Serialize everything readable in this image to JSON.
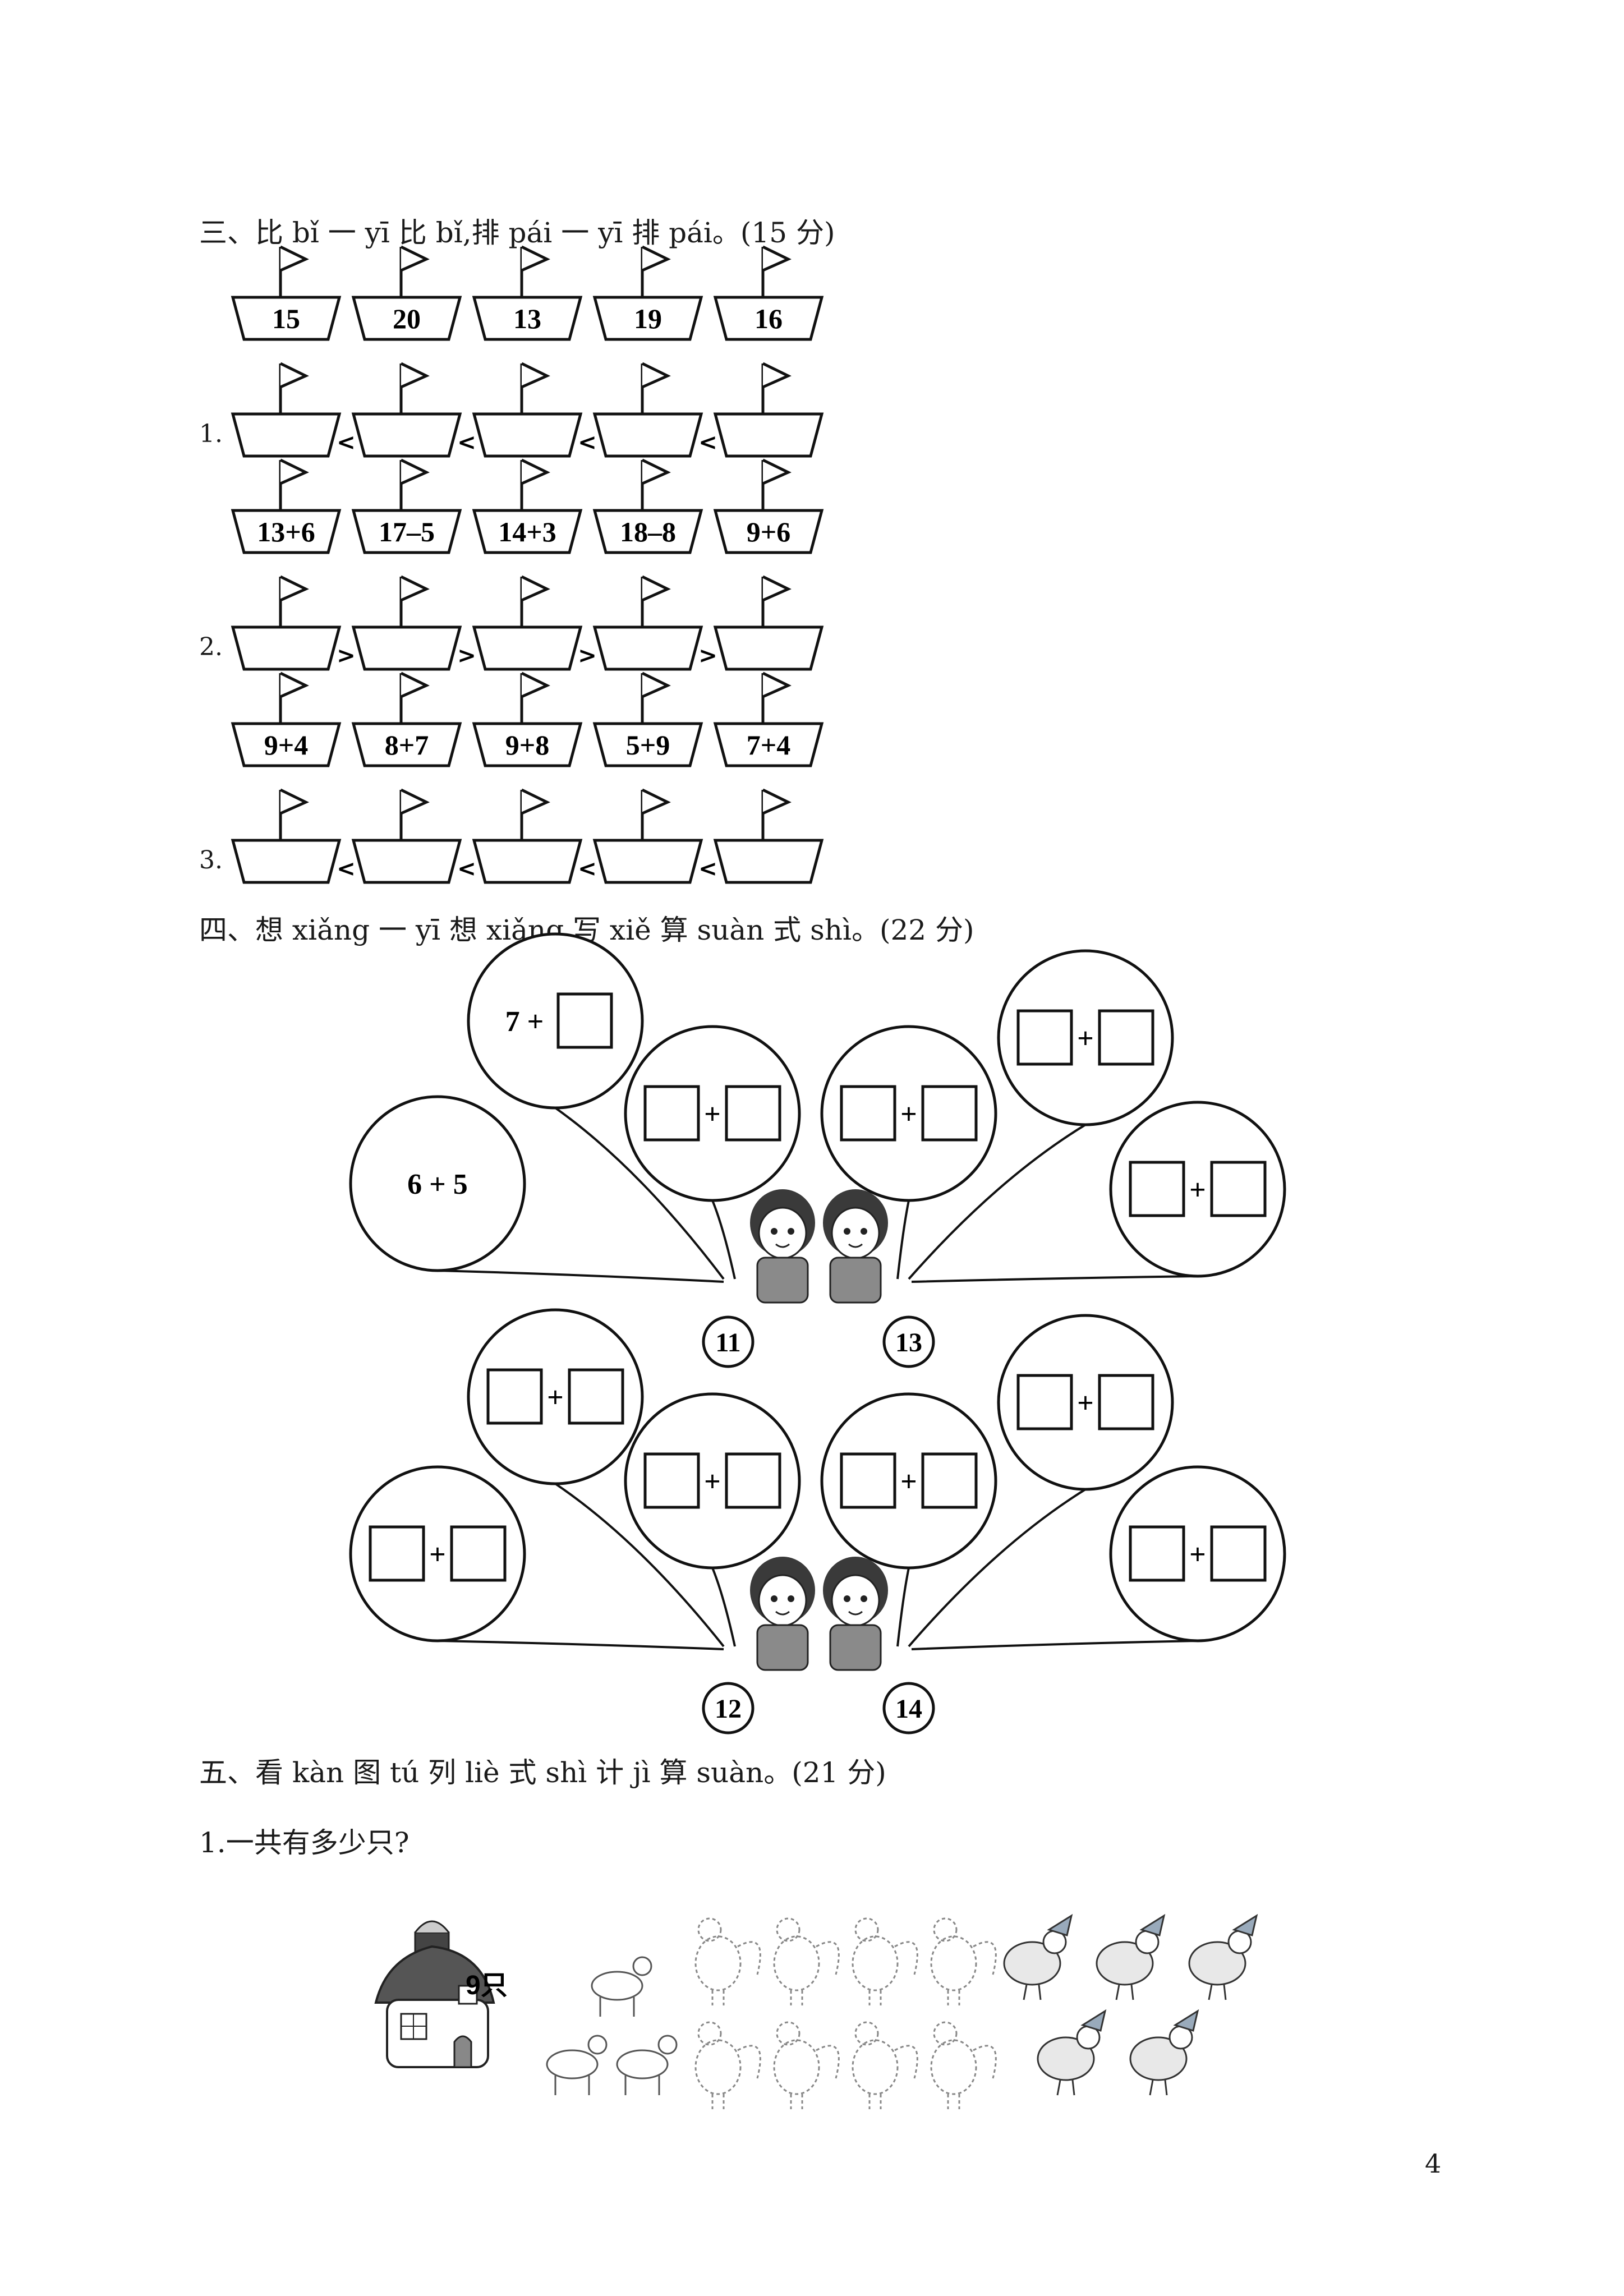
{
  "section3": {
    "heading": "三、比 bǐ 一 yī 比 bǐ,排 pái 一 yī 排 pái。(15 分)",
    "groups": [
      {
        "label": "1.",
        "relation": "<",
        "values": [
          "15",
          "20",
          "13",
          "19",
          "16"
        ]
      },
      {
        "label": "2.",
        "relation": ">",
        "values": [
          "13+6",
          "17–5",
          "14+3",
          "18–8",
          "9+6"
        ]
      },
      {
        "label": "3.",
        "relation": "<",
        "values": [
          "9+4",
          "8+7",
          "9+8",
          "5+9",
          "7+4"
        ]
      }
    ]
  },
  "section4": {
    "heading": "四、想 xiǎng 一 yī 想 xiǎng,写 xiě 算 suàn 式 shì。(22 分)",
    "plus": "+",
    "given_expr": "6 + 5",
    "given_partial": "7 +",
    "badges": [
      "11",
      "13",
      "12",
      "14"
    ]
  },
  "section5": {
    "heading": "五、看 kàn 图 tú 列 liè 式 shì 计 jì 算 suàn。(21 分)",
    "q1": "1.一共有多少只?",
    "house_label": "9只",
    "icons": [
      "house-icon",
      "goat-icon",
      "rooster-icon",
      "hen-icon"
    ]
  },
  "page_number": "4"
}
